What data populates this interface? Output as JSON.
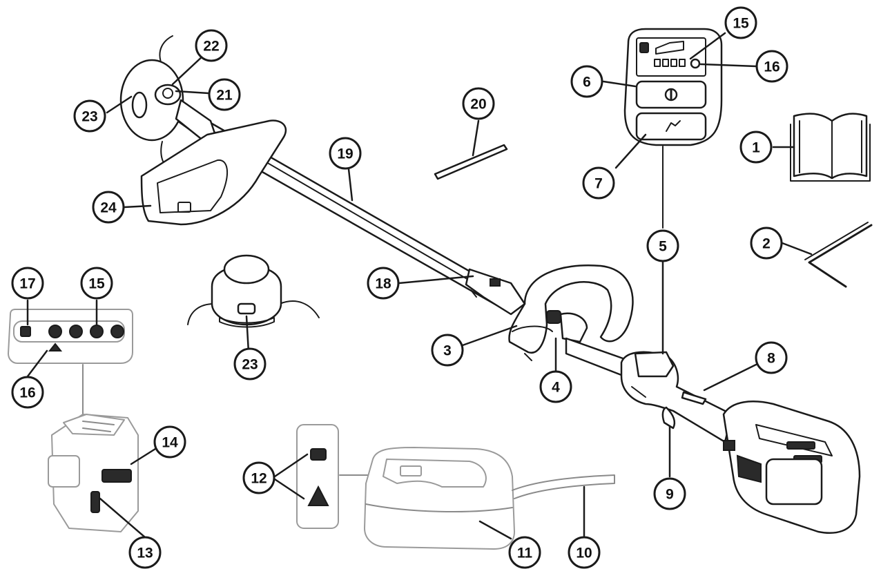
{
  "callouts": [
    {
      "id": "1",
      "label": "1"
    },
    {
      "id": "2",
      "label": "2"
    },
    {
      "id": "3",
      "label": "3"
    },
    {
      "id": "4",
      "label": "4"
    },
    {
      "id": "5",
      "label": "5"
    },
    {
      "id": "6",
      "label": "6"
    },
    {
      "id": "7",
      "label": "7"
    },
    {
      "id": "8",
      "label": "8"
    },
    {
      "id": "9",
      "label": "9"
    },
    {
      "id": "10",
      "label": "10"
    },
    {
      "id": "11",
      "label": "11"
    },
    {
      "id": "12",
      "label": "12"
    },
    {
      "id": "13",
      "label": "13"
    },
    {
      "id": "14",
      "label": "14"
    },
    {
      "id": "15a",
      "label": "15"
    },
    {
      "id": "15b",
      "label": "15"
    },
    {
      "id": "16a",
      "label": "16"
    },
    {
      "id": "16b",
      "label": "16"
    },
    {
      "id": "17",
      "label": "17"
    },
    {
      "id": "18",
      "label": "18"
    },
    {
      "id": "19",
      "label": "19"
    },
    {
      "id": "20",
      "label": "20"
    },
    {
      "id": "21",
      "label": "21"
    },
    {
      "id": "22",
      "label": "22"
    },
    {
      "id": "23a",
      "label": "23"
    },
    {
      "id": "23b",
      "label": "23"
    },
    {
      "id": "24",
      "label": "24"
    }
  ],
  "icons": {
    "manual": "book-icon",
    "hex_key": "allen-key-icon",
    "power": "power-button-icon",
    "boost": "boost-mode-icon",
    "warning": "warning-triangle-icon",
    "battery": "battery-status-icon"
  }
}
